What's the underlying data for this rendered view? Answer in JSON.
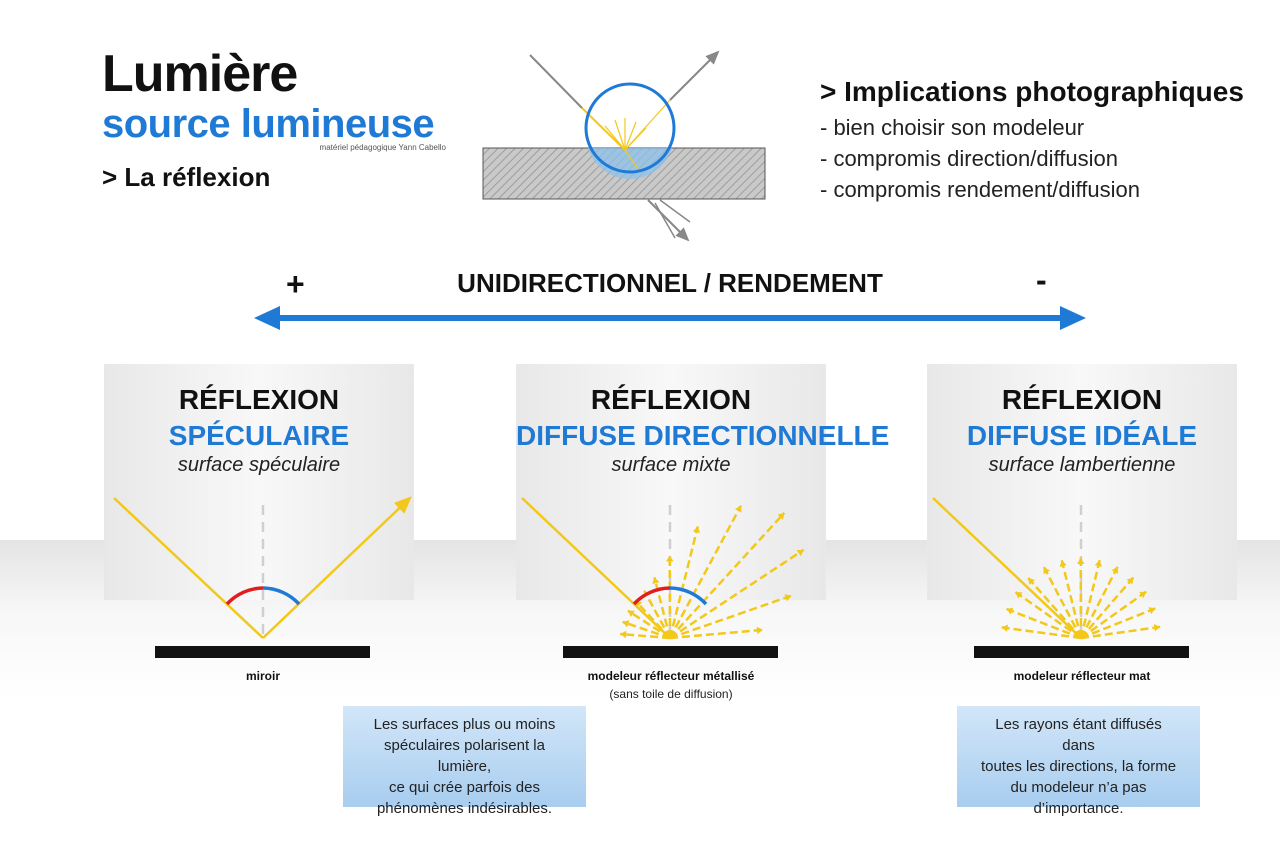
{
  "header": {
    "title": "Lumière",
    "subtitle": "source lumineuse",
    "credit": "matériel pédagogique Yann Cabello",
    "topic": "> La réflexion"
  },
  "implications": {
    "title": "> Implications photographiques",
    "items": [
      "- bien choisir son modeleur",
      "- compromis direction/diffusion",
      "- compromis rendement/diffusion"
    ]
  },
  "axis": {
    "label": "UNIDIRECTIONNEL / RENDEMENT",
    "plus": "+",
    "minus": "-"
  },
  "panels": [
    {
      "heading": "RÉFLEXION",
      "type": "SPÉCULAIRE",
      "surface": "surface spéculaire",
      "label": "miroir",
      "sublabel": ""
    },
    {
      "heading": "RÉFLEXION",
      "type": "DIFFUSE DIRECTIONNELLE",
      "surface": "surface mixte",
      "label": "modeleur réflecteur métallisé",
      "sublabel": "(sans toile de diffusion)"
    },
    {
      "heading": "RÉFLEXION",
      "type": "DIFFUSE IDÉALE",
      "surface": "surface lambertienne",
      "label": "modeleur réflecteur mat",
      "sublabel": ""
    }
  ],
  "notes": [
    {
      "text_lines": [
        "Les surfaces plus ou moins",
        "spéculaires polarisent la lumière,",
        "ce qui crée parfois des",
        "phénomènes indésirables."
      ]
    },
    {
      "text_lines": [
        "Les rayons étant diffusés dans",
        "toutes les directions, la forme",
        "du modeleur n’a pas",
        "d’importance."
      ]
    }
  ],
  "colors": {
    "accent_blue": "#1f7ad6",
    "ray_yellow": "#f2c81a",
    "angle_red": "#e01e1e",
    "surface_black": "#111111",
    "note_blue": "#b4d4f1"
  }
}
